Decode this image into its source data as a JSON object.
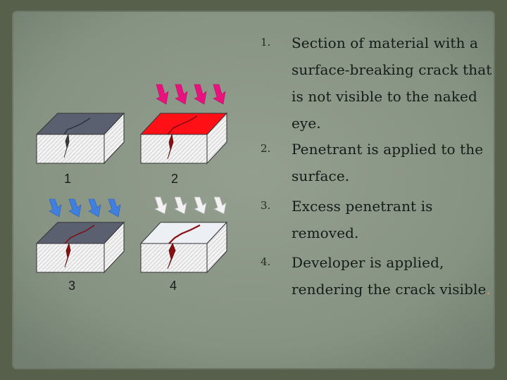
{
  "diagram": {
    "panels": [
      {
        "label": "1",
        "top_color": "#5b6070",
        "arrows": "none"
      },
      {
        "label": "2",
        "top_color": "#ff0f16",
        "arrows": "magenta",
        "arrow_color": "#e8127e"
      },
      {
        "label": "3",
        "top_color": "#5b6070",
        "arrows": "blue",
        "arrow_color": "#3f7fe0"
      },
      {
        "label": "4",
        "top_color": "#eceff3",
        "arrows": "white",
        "arrow_color": "#f2f2f2"
      }
    ]
  },
  "steps": [
    {
      "number": "1.",
      "text": "Section of material with a surface-breaking crack that is not visible to the naked eye."
    },
    {
      "number": "2.",
      "text": "Penetrant is applied to the surface."
    },
    {
      "number": "3.",
      "text": "Excess penetrant is removed."
    },
    {
      "number": "4.",
      "text": "Developer is applied, rendering the crack visible",
      "trailing": "."
    }
  ],
  "colors": {
    "background": "#56604a",
    "panel": "#879485",
    "crack": "#8a0f12",
    "accent_period": "#c7a24a"
  }
}
